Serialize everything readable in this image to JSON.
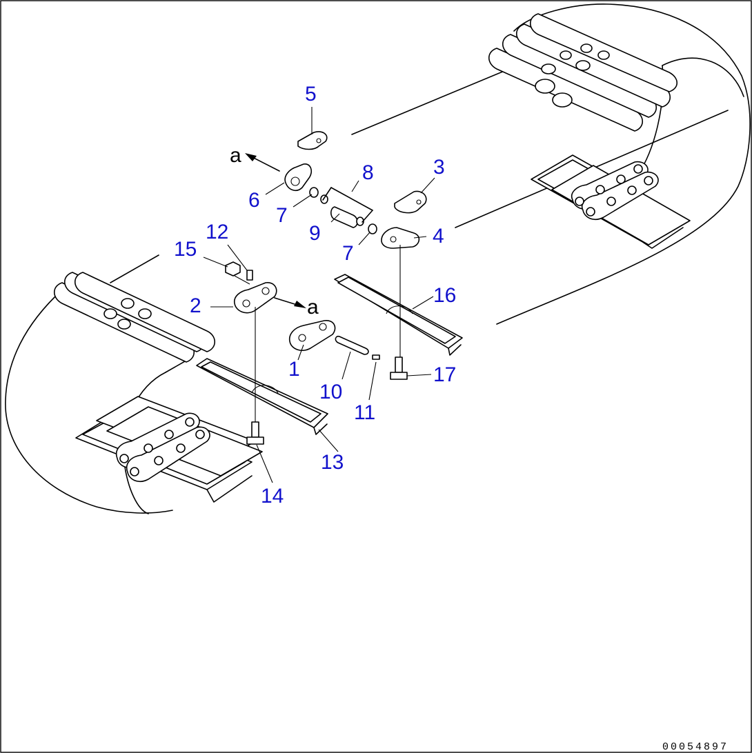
{
  "callouts": [
    {
      "id": "1",
      "text": "1"
    },
    {
      "id": "2",
      "text": "2"
    },
    {
      "id": "3",
      "text": "3"
    },
    {
      "id": "4",
      "text": "4"
    },
    {
      "id": "5",
      "text": "5"
    },
    {
      "id": "6",
      "text": "6"
    },
    {
      "id": "7a",
      "text": "7"
    },
    {
      "id": "7b",
      "text": "7"
    },
    {
      "id": "8",
      "text": "8"
    },
    {
      "id": "9",
      "text": "9"
    },
    {
      "id": "10",
      "text": "10"
    },
    {
      "id": "11",
      "text": "11"
    },
    {
      "id": "12",
      "text": "12"
    },
    {
      "id": "13",
      "text": "13"
    },
    {
      "id": "14",
      "text": "14"
    },
    {
      "id": "15",
      "text": "15"
    },
    {
      "id": "16",
      "text": "16"
    },
    {
      "id": "17",
      "text": "17"
    }
  ],
  "view_markers": [
    {
      "id": "a-upper",
      "text": "a"
    },
    {
      "id": "a-lower",
      "text": "a"
    }
  ],
  "drawing_number": "00054897",
  "colors": {
    "callout": "#1111cc",
    "line": "#000000",
    "background": "#ffffff"
  }
}
